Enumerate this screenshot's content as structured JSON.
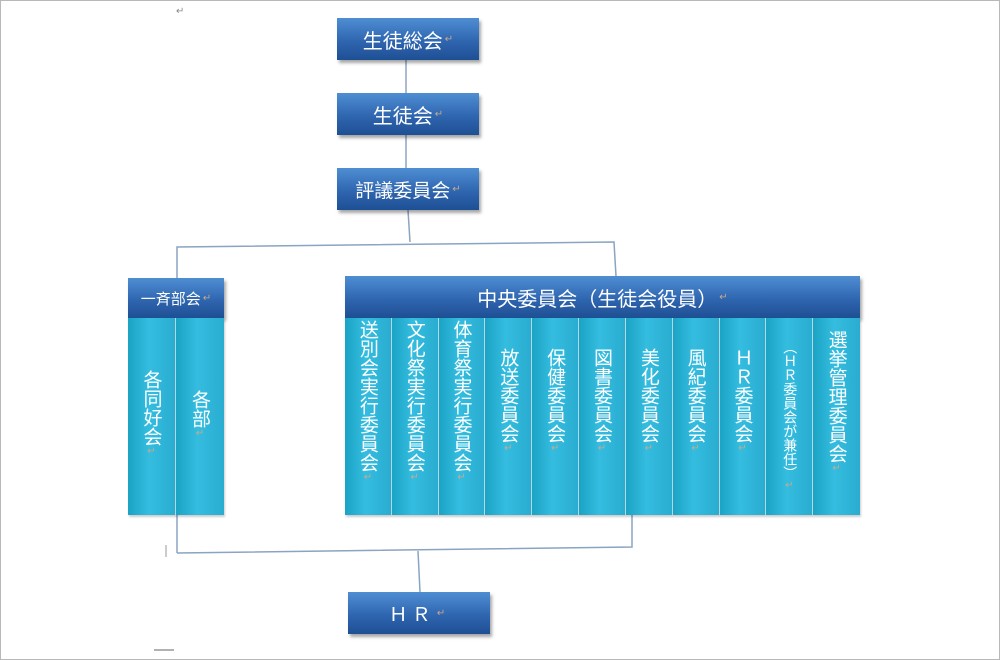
{
  "top": {
    "general_assembly": "生徒総会",
    "student_council": "生徒会",
    "deliberative_committee": "評議委員会"
  },
  "club_council": {
    "header": "一斉部会",
    "columns": [
      "各同好会",
      "各部"
    ]
  },
  "central_committee": {
    "header": "中央委員会（生徒会役員）",
    "columns": [
      "送別会実行委員会",
      "文化祭実行委員会",
      "体育祭実行委員会",
      "放送委員会",
      "保健委員会",
      "図書委員会",
      "美化委員会",
      "風紀委員会",
      "ＨＲ委員会",
      "（ＨＲ委員会が兼任）",
      "選挙管理委員会"
    ]
  },
  "bottom": {
    "hr": "ＨＲ"
  },
  "colors": {
    "header_blue": "#2f66b0",
    "column_cyan": "#29acd0",
    "line": "#7f99b8"
  }
}
